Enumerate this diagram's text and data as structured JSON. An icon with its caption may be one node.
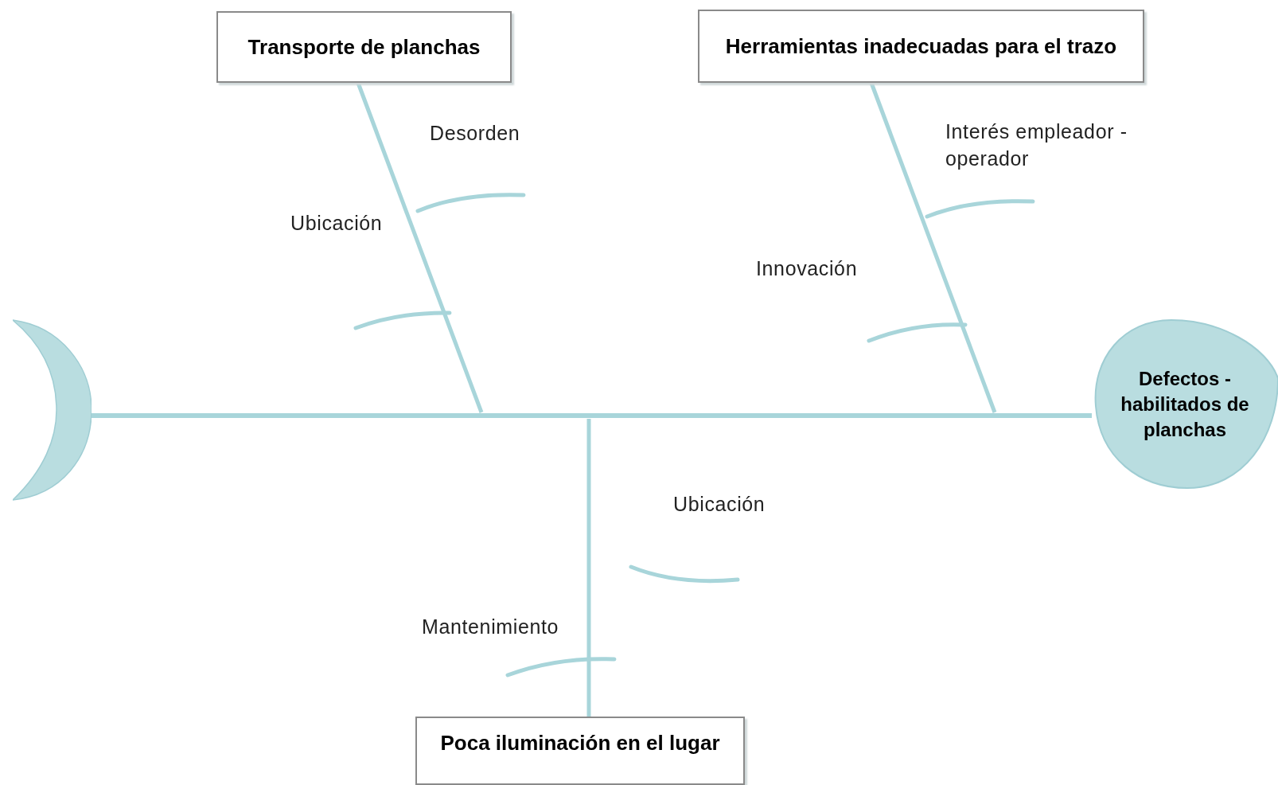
{
  "diagram": {
    "nodes": [
      {
        "text": [
          "Transporte de planchas"
        ]
      },
      {
        "text": [
          "Herramientas inadecuadas para el trazo"
        ]
      },
      {
        "text": [
          "Defectos - habilitados de planchas"
        ]
      },
      {
        "text": [
          "Poca iluminación en el lugar"
        ]
      },
      {
        "text": [],
        "shape": "crescent"
      }
    ],
    "edges": [
      {
        "from": 4,
        "to": 2,
        "arrow": "none"
      },
      {
        "from": 0,
        "to": null,
        "arrow": "none"
      },
      {
        "from": 1,
        "to": null,
        "arrow": "none"
      },
      {
        "from": 3,
        "to": null,
        "arrow": "none"
      }
    ],
    "labels": [
      "Desorden",
      "Ubicación",
      "Interés empleador - operador",
      "Innovación",
      "Ubicación",
      "Mantenimiento"
    ]
  }
}
